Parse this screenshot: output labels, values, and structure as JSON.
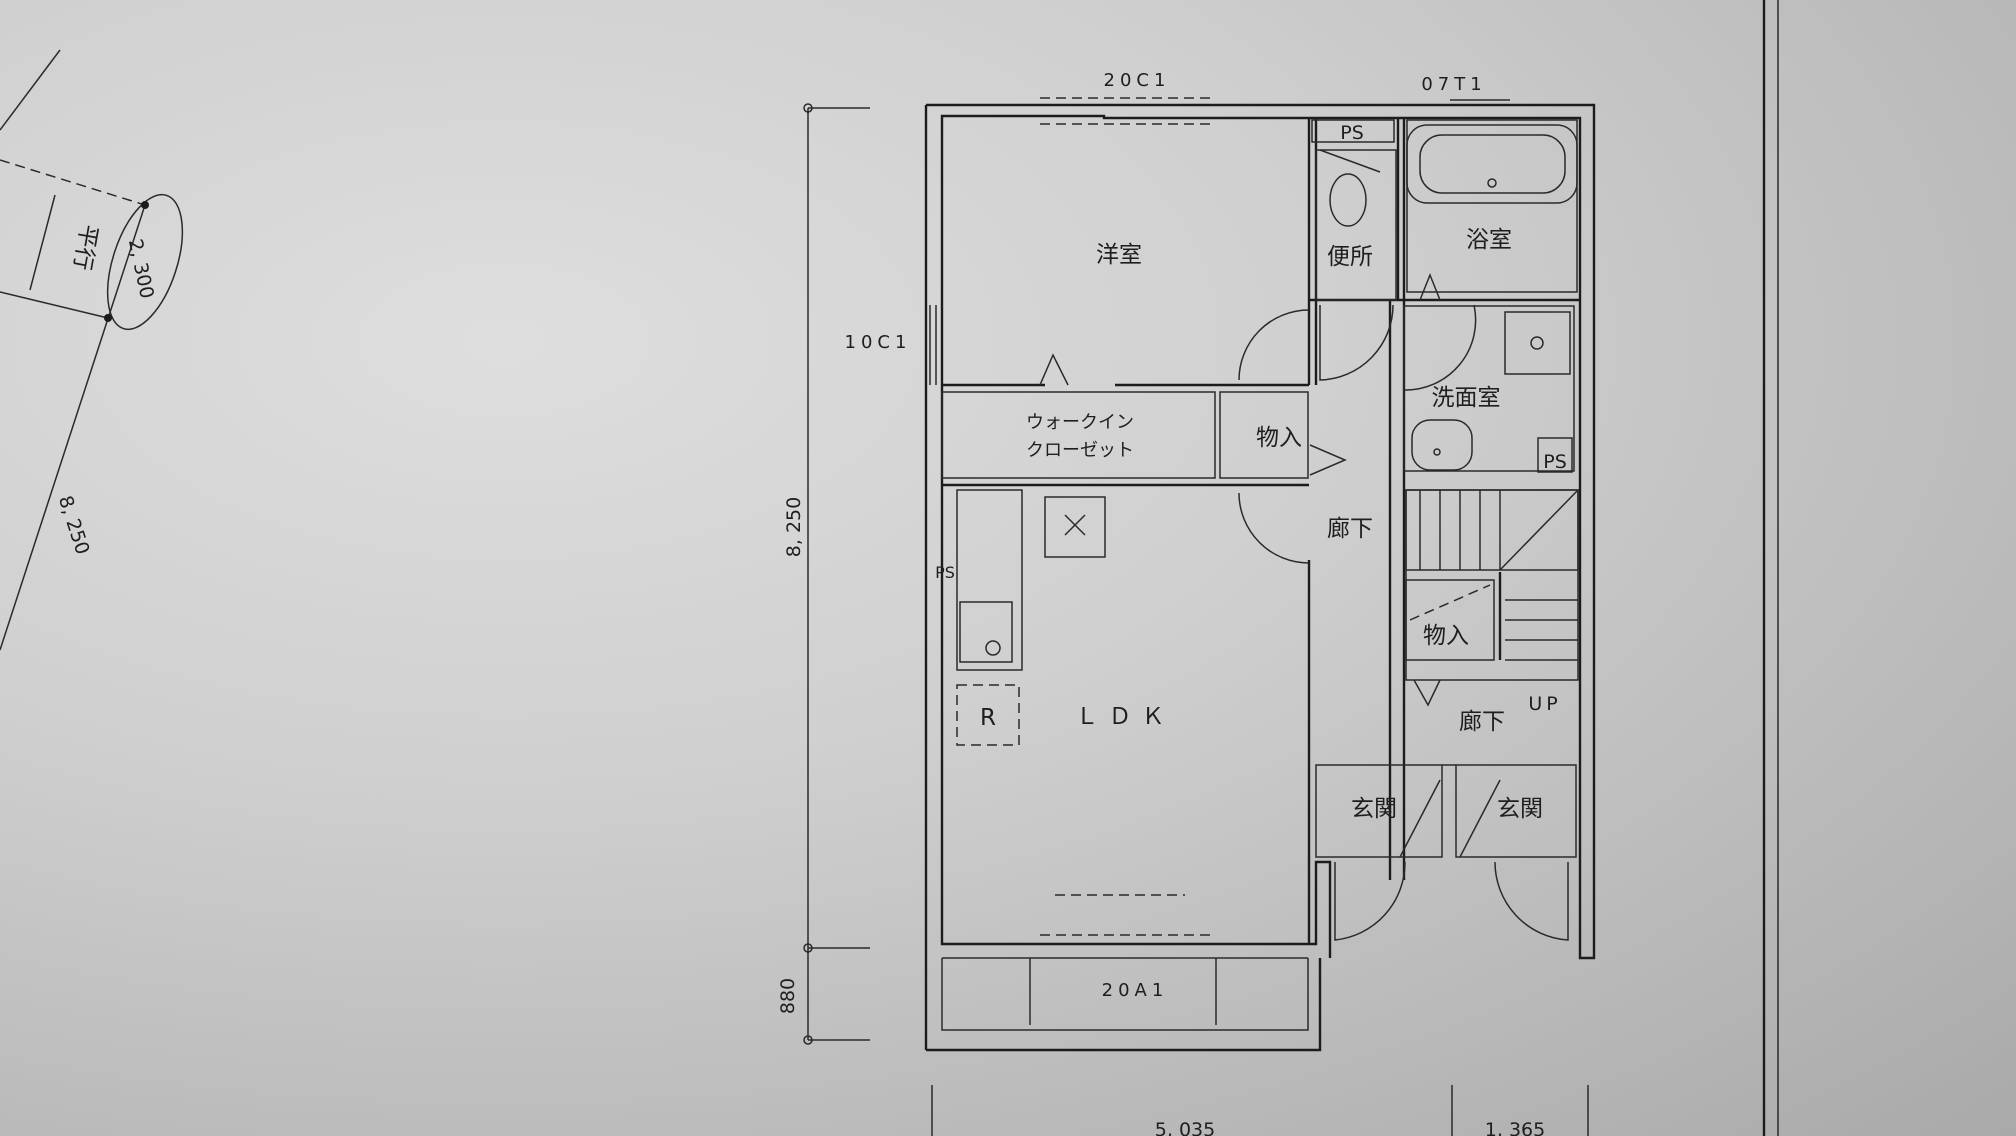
{
  "rooms": {
    "western_room": "洋室",
    "toilet": "便所",
    "bathroom": "浴室",
    "washroom": "洗面室",
    "walk_in_closet_line1": "ウォークイン",
    "walk_in_closet_line2": "クローゼット",
    "storage_1": "物入",
    "hallway_1": "廊下",
    "storage_2": "物入",
    "hallway_2": "廊下",
    "ldk": "ＬＤＫ",
    "entrance_1": "玄関",
    "entrance_2": "玄関",
    "stairs_up": "UP",
    "ps_top": "PS",
    "ps_wash": "PS",
    "ps_kitchen": "PS",
    "fridge": "R"
  },
  "window_codes": {
    "top_left": "20C1",
    "top_right": "07T1",
    "left": "10C1",
    "bottom": "20A1"
  },
  "dimensions": {
    "height_main": "8, 250",
    "balcony": "880",
    "width_left": "5, 035",
    "width_right": "1, 365",
    "site_parallel_label": "平行",
    "site_offset": "2, 300",
    "site_edge": "8, 250"
  },
  "colors": {
    "ink": "#1c1c1c",
    "paper": "#d0d0d0"
  }
}
